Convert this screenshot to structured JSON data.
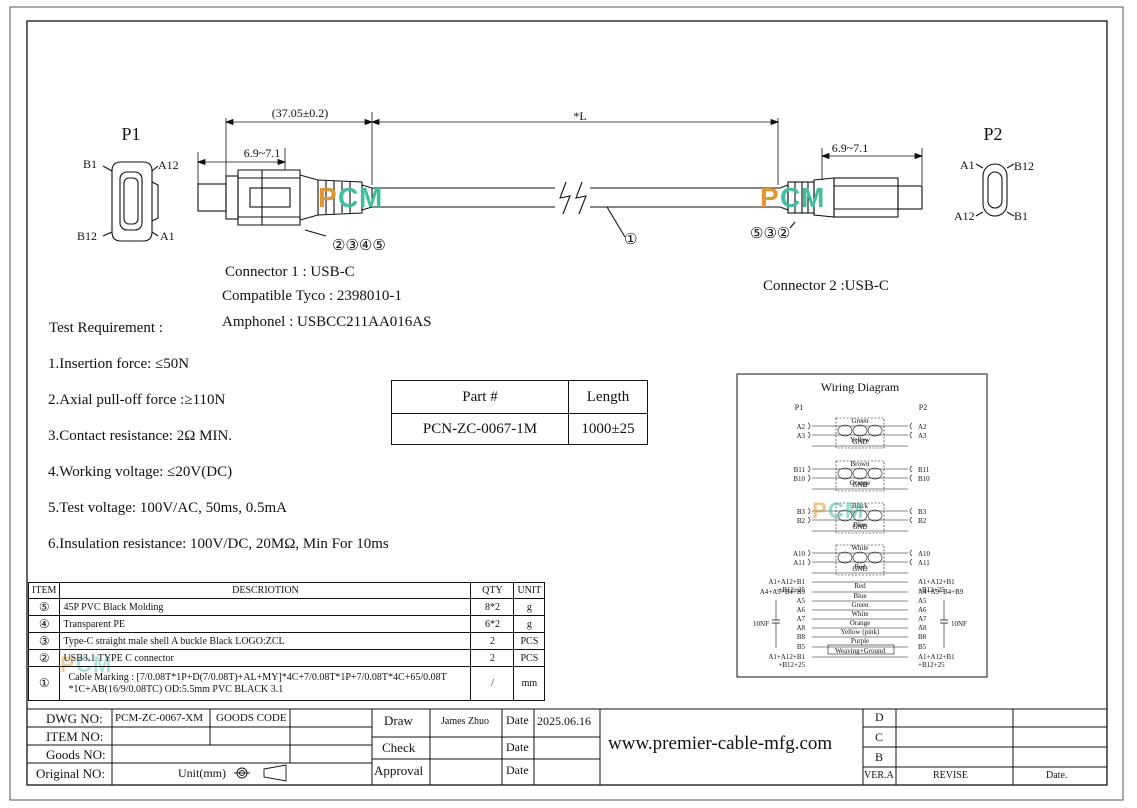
{
  "p1_label": "P1",
  "p2_label": "P2",
  "pin_labels": {
    "b1": "B1",
    "a12": "A12",
    "b12": "B12",
    "a1": "A1"
  },
  "dims": {
    "overall_p1": "(37.05±0.2)",
    "star_l": "*L",
    "p1_plug": "6.9~7.1",
    "p2_plug": "6.9~7.1"
  },
  "callouts": {
    "left": "②③④⑤",
    "right": "⑤③②",
    "cable": "①"
  },
  "logo_text": "PCM",
  "connector_info": {
    "c1": "Connector 1 : USB-C",
    "tyco": "Compatible Tyco : 2398010-1",
    "amphonel": "Amphonel : USBCC211AA016AS",
    "c2": "Connector 2 :USB-C"
  },
  "test": {
    "title": "Test Requirement :",
    "items": [
      "1.Insertion force: ≤50N",
      "2.Axial pull-off force :≥110N",
      "3.Contact resistance: 2Ω MIN.",
      "4.Working voltage: ≤20V(DC)",
      "5.Test voltage: 100V/AC, 50ms, 0.5mA",
      "6.Insulation resistance: 100V/DC, 20MΩ, Min For 10ms"
    ]
  },
  "part_table": {
    "h_part": "Part #",
    "h_length": "Length",
    "part": "PCN-ZC-0067-1M",
    "length": "1000±25"
  },
  "wiring": {
    "title": "Wiring Diagram",
    "p1": "P1",
    "p2": "P2",
    "groups": [
      {
        "pins": [
          "A2",
          "A3"
        ],
        "wires": [
          "Green",
          "Yellow",
          "GND"
        ]
      },
      {
        "pins": [
          "B11",
          "B10"
        ],
        "wires": [
          "Brown",
          "Orange",
          "GND"
        ]
      },
      {
        "pins": [
          "B3",
          "B2"
        ],
        "wires": [
          "Black",
          "Blue",
          "GND"
        ]
      },
      {
        "pins": [
          "A10",
          "A11"
        ],
        "wires": [
          "White",
          "Red",
          "GND"
        ]
      }
    ],
    "singles": [
      {
        "left": "A1+A12+B1",
        "left2": "+B12+25",
        "wire": "Red",
        "right": "A1+A12+B1",
        "right2": "+B12+25"
      },
      {
        "left": "A4+A9+B4+B9",
        "wire": "Blue",
        "right": "A4+A9+B4+B9"
      },
      {
        "left": "A5",
        "wire": "Green",
        "right": "A5"
      },
      {
        "left": "A6",
        "wire": "White",
        "right": "A6"
      },
      {
        "left": "A7",
        "wire": "Orange",
        "right": "A7"
      },
      {
        "left": "A8",
        "wire": "Yellow (pink)",
        "right": "A8"
      },
      {
        "left": "B8",
        "wire": "Purple",
        "right": "B8"
      },
      {
        "left": "B5",
        "wire": "Weaving+Ground",
        "right": "B5"
      },
      {
        "left": "A1+A12+B1",
        "left2": "+B12+25",
        "wire": "",
        "right": "A1+A12+B1",
        "right2": "+B12+25"
      }
    ],
    "cap_left": "10NF",
    "cap_right": "10NF"
  },
  "bom": {
    "headers": [
      "ITEM",
      "DESCRIOTION",
      "QTY",
      "UNIT"
    ],
    "rows": [
      {
        "item": "⑤",
        "desc": "45P PVC Black Molding",
        "qty": "8*2",
        "unit": "g"
      },
      {
        "item": "④",
        "desc": "Transparent PE",
        "qty": "6*2",
        "unit": "g"
      },
      {
        "item": "③",
        "desc": "Type-C straight male shell A buckle Black LOGO:ZCL",
        "qty": "2",
        "unit": "PCS"
      },
      {
        "item": "②",
        "desc": "USB3.1 TYPE C connector",
        "qty": "2",
        "unit": "PCS"
      },
      {
        "item": "①",
        "desc": "Cable Marking : [7/0.08T*1P+D(7/0.08T)+AL+MY]*4C+7/0.08T*1P+7/0.08T*4C+65/0.08T",
        "desc2": "*1C+AB(16/9/0.08TC) OD:5.5mm PVC BLACK 3.1",
        "qty": "/",
        "unit": "mm"
      }
    ]
  },
  "title_block": {
    "dwg_no_label": "DWG NO:",
    "dwg_no": "PCM-ZC-0067-XM",
    "goods_code": "GOODS CODE",
    "item_no": "ITEM NO:",
    "goods_no": "Goods NO:",
    "original_no": "Original NO:",
    "unit": "Unit(mm)",
    "draw": "Draw",
    "drawer": "James Zhuo",
    "date": "Date",
    "date_val": "2025.06.16",
    "check": "Check",
    "approval": "Approval",
    "website": "www.premier-cable-mfg.com",
    "rev_d": "D",
    "rev_c": "C",
    "rev_b": "B",
    "ver": "VER.A",
    "revise": "REVISE",
    "rev_date": "Date."
  },
  "colors": {
    "logo_orange": "#e0952e",
    "logo_green": "#3fbf9f"
  }
}
